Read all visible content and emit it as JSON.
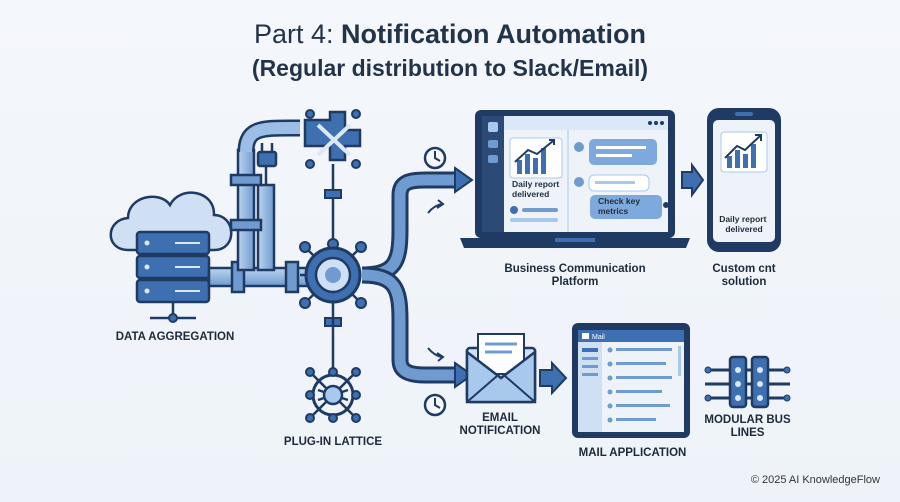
{
  "title": {
    "prefix": "Part 4: ",
    "main": "Notification Automation",
    "subtitle": "(Regular distribution to Slack/Email)"
  },
  "labels": {
    "data_aggregation": "DATA AGGREGATION",
    "plugin_lattice": "PLUG-IN LATTICE",
    "business_platform": "Business Communication Platform",
    "custom_solution": "Custom cnt solution",
    "email_notification": "EMAIL NOTIFICATION",
    "mail_application": "MAIL APPLICATION",
    "modular_bus": "MODULAR BUS LINES"
  },
  "laptop": {
    "card_text": "Daily report delivered",
    "bubble_text": "Check key metrics"
  },
  "phone": {
    "card_text": "Daily report delivered"
  },
  "mail_app": {
    "title": "Mail"
  },
  "footer": {
    "copyright": "© 2025 AI KnowledgeFlow"
  },
  "colors": {
    "navy": "#1f3b63",
    "blue": "#3e6fb0",
    "light_blue": "#a8c8ec",
    "pale": "#dbe8f7"
  }
}
